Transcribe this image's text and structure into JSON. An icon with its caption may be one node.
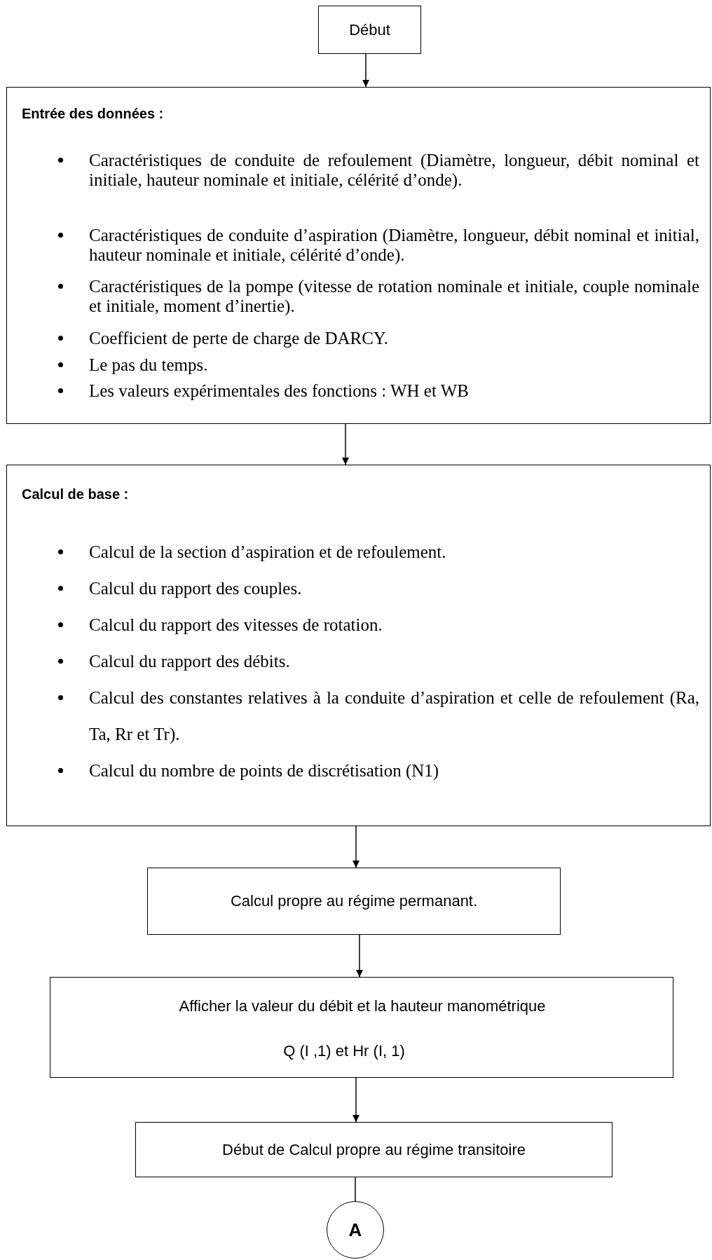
{
  "diagram": {
    "nodes": [
      {
        "text": [
          "Début"
        ]
      },
      {
        "text": [
          "Entrée des données :",
          "Caractéristiques de conduite de refoulement (Diamètre, longueur, débit nominal et initiale, hauteur nominale et initiale, célérité d’onde).",
          "Caractéristiques de conduite d’aspiration (Diamètre, longueur, débit nominal et initial, hauteur nominale et initiale, célérité d’onde).",
          "Caractéristiques de la pompe (vitesse de rotation nominale  et initiale, couple nominale  et initiale, moment d’inertie).",
          "Coefficient de perte de charge de DARCY.",
          "Le pas du temps.",
          "Les valeurs expérimentales des  fonctions : WH et WB"
        ]
      },
      {
        "text": [
          "Calcul de base :",
          "Calcul de la  section d’aspiration et de refoulement.",
          "Calcul du rapport des couples.",
          "Calcul du rapport des vitesses de rotation.",
          "Calcul du rapport des débits.",
          "Calcul des constantes relatives à la conduite d’aspiration et celle de refoulement (Ra, Ta, Rr et Tr).",
          "Calcul du nombre de points de discrétisation (N1)"
        ]
      },
      {
        "text": [
          "Calcul propre au régime permanant."
        ]
      },
      {
        "text": [
          "Afficher la valeur du débit et la hauteur manométrique",
          "Q (I ,1) et Hr (I, 1)"
        ]
      },
      {
        "text": [
          "Début de Calcul propre au régime transitoire"
        ]
      },
      {
        "text": [
          "A"
        ]
      }
    ],
    "edges": [
      {
        "from": 0,
        "to": 1,
        "arrow": "to"
      },
      {
        "from": 1,
        "to": 2,
        "arrow": "to"
      },
      {
        "from": 2,
        "to": 3,
        "arrow": "to"
      },
      {
        "from": 3,
        "to": 4,
        "arrow": "to"
      },
      {
        "from": 4,
        "to": 5,
        "arrow": "to"
      },
      {
        "from": 5,
        "to": 6,
        "arrow": "none"
      }
    ]
  }
}
